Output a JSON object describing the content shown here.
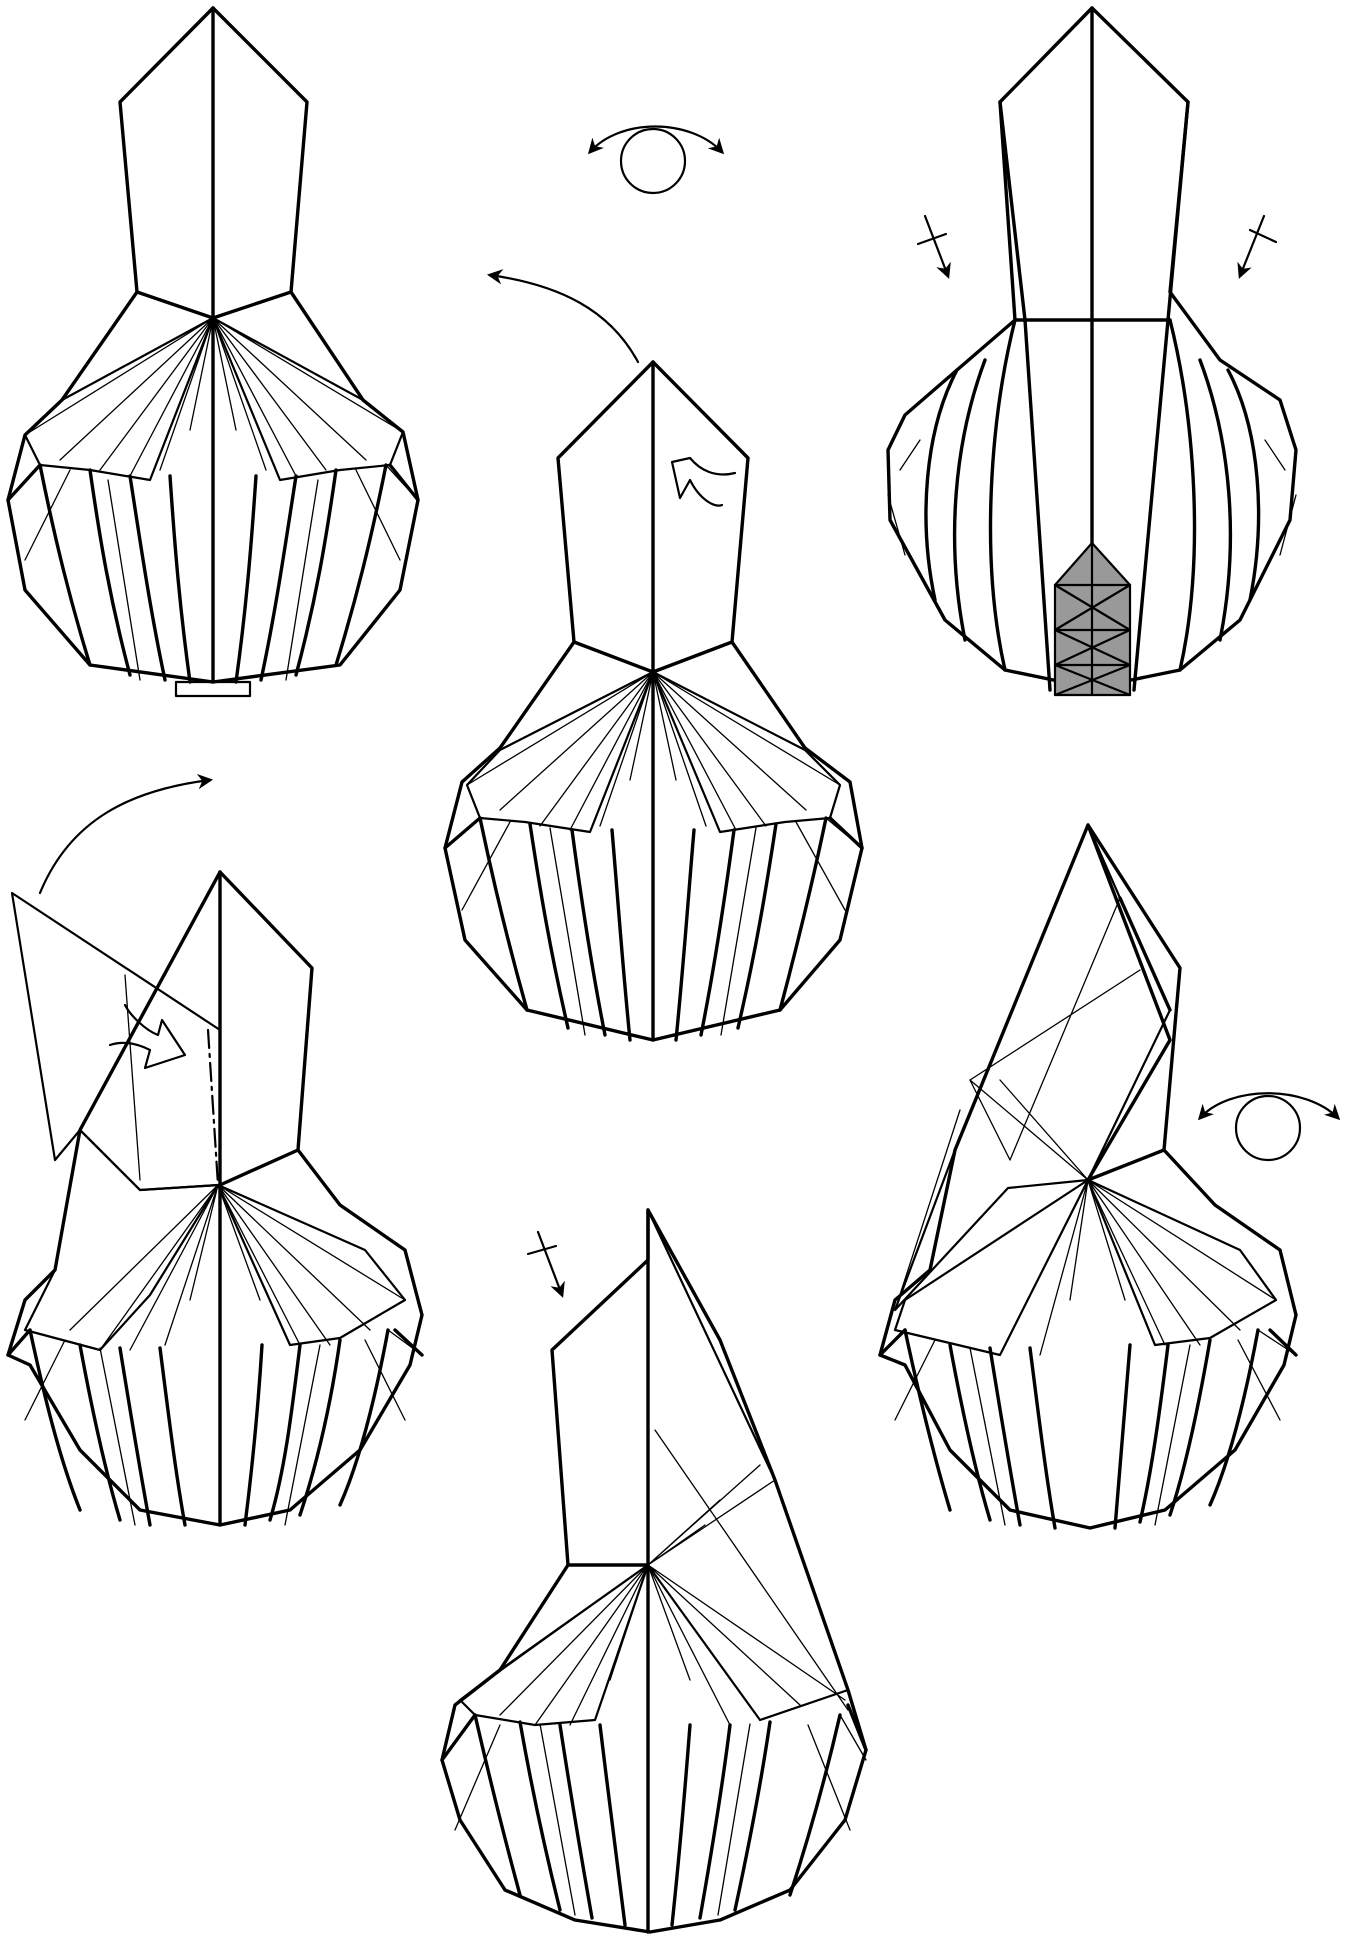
{
  "colors": {
    "paper_colored_side": "#999999",
    "paper_white_side": "#ffffff",
    "line": "#000000"
  },
  "icons": [
    "turn-over-symbol",
    "fold-arrow",
    "unfold-arrow",
    "push-arrow",
    "fold-behind-arrow"
  ],
  "steps": [
    "step-1",
    "step-2",
    "step-3",
    "step-4",
    "step-5",
    "step-6"
  ]
}
